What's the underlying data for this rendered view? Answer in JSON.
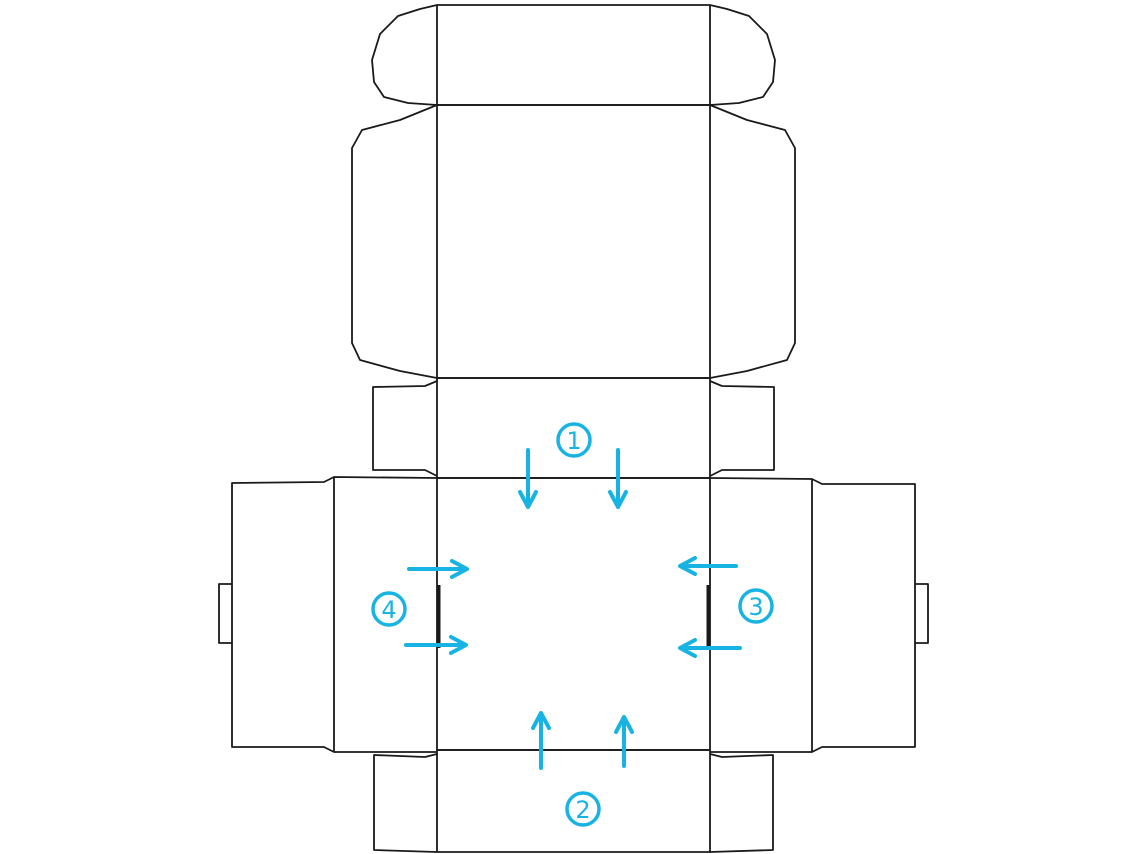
{
  "diagram": {
    "accent_color": "#17b4e3",
    "line_color": "#1a1a1a",
    "steps": [
      {
        "label": "1",
        "direction": "down"
      },
      {
        "label": "2",
        "direction": "up"
      },
      {
        "label": "3",
        "direction": "left"
      },
      {
        "label": "4",
        "direction": "right"
      }
    ]
  }
}
